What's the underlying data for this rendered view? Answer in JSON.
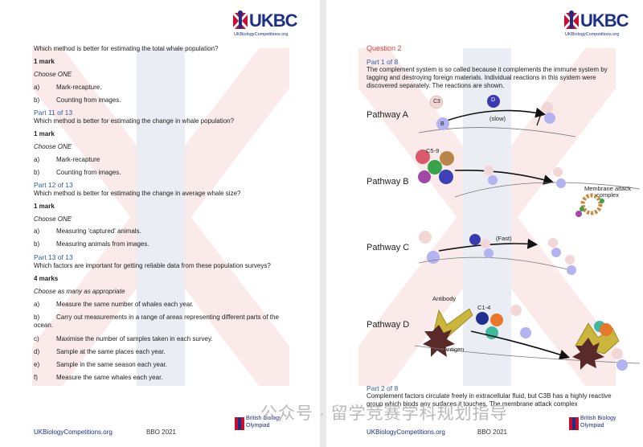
{
  "logo": {
    "text": "UKBC",
    "sub": "UKBiologyCompetitions.org"
  },
  "left": {
    "q10_text": "Which method is better for estimating the total whale population?",
    "q10_marks": "1 mark",
    "q10_choose": "Choose ONE",
    "q10_options": [
      {
        "letter": "a)",
        "text": "Mark-recapture."
      },
      {
        "letter": "b)",
        "text": "Counting from images."
      }
    ],
    "p11_title": "Part 11 of 13",
    "p11_text": "Which method is better for estimating the change in whale population?",
    "p11_marks": "1 mark",
    "p11_choose": "Choose ONE",
    "p11_options": [
      {
        "letter": "a)",
        "text": "Mark-recapture"
      },
      {
        "letter": "b)",
        "text": "Counting from images."
      }
    ],
    "p12_title": "Part 12 of 13",
    "p12_text": "Which method is better for estimating the change in average whale size?",
    "p12_marks": "1 mark",
    "p12_choose": "Choose ONE",
    "p12_options": [
      {
        "letter": "a)",
        "text": "Measuring 'captured' animals."
      },
      {
        "letter": "b)",
        "text": "Measuring animals from images."
      }
    ],
    "p13_title": "Part 13 of 13",
    "p13_text": "Which factors are important for getting reliable data from these population surveys?",
    "p13_marks": "4 marks",
    "p13_choose": "Choose as many as appropriate",
    "p13_options": [
      {
        "letter": "a)",
        "text": "Measure the same number of whales each year."
      },
      {
        "letter": "b)",
        "text": "Carry out measurements in a range of areas representing different parts of the ocean."
      },
      {
        "letter": "c)",
        "text": "Maximise the number of samples taken in each survey."
      },
      {
        "letter": "d)",
        "text": "Sample at the same places each year."
      },
      {
        "letter": "e)",
        "text": "Sample in the same season each year."
      },
      {
        "letter": "f)",
        "text": "Measure the same whales each year."
      }
    ],
    "footer_site": "UKBiologyCompetitions.org",
    "footer_event": "BBO 2021"
  },
  "right": {
    "question": "Question 2",
    "part1": "Part 1 of 8",
    "intro": "The complement system is so called because it complements the immune system by tagging and destroying foreign materials. Individual reactions in this system were discovered separately.   The reactions are shown.",
    "pathways": [
      "Pathway A",
      "Pathway B",
      "Pathway C",
      "Pathway D"
    ],
    "labels": {
      "c3": "C3",
      "b": "B",
      "d": "D",
      "slow": "(slow)",
      "fast": "(Fast)",
      "c59": "C5-9",
      "mac": "Membrane attack complex",
      "antibody": "Antibody",
      "antigen": "Antigen",
      "c14": "C1-4"
    },
    "part2": "Part 2 of 8",
    "part2_text": "Complement factors circulate freely in extracellular fluid, but C3B has a highly reactive group which binds any surfaces it touches.  The membrane attack complex",
    "footer_site": "UKBiologyCompetitions.org",
    "footer_event": "BBO 2021"
  },
  "olympiad": {
    "line1": "British Biology",
    "line2": "Olympiad"
  },
  "watermark": "公众号 · 留学竞赛学科规划指导"
}
